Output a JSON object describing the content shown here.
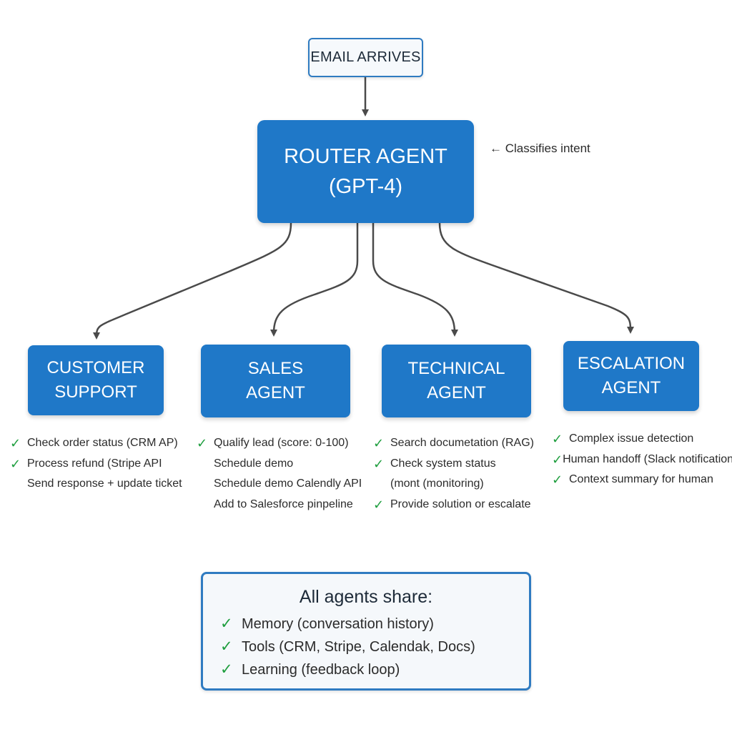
{
  "colors": {
    "box_fill": "#1f78c8",
    "border": "#2f7bc1",
    "connector": "#4a4a4a",
    "check": "#1e9e3e"
  },
  "icons": {
    "check": "check-icon",
    "note_arrow": "left-arrow-icon"
  },
  "check_glyph": "✓",
  "email": {
    "label": "EMAIL ARRIVES"
  },
  "router": {
    "line1": "ROUTER AGENT",
    "line2": "(GPT-4)"
  },
  "note": {
    "text": "← Classifies intent"
  },
  "agents": [
    {
      "line1": "CUSTOMER",
      "line2": "SUPPORT",
      "items": [
        {
          "text": "Check order status (CRM AP)",
          "check": true
        },
        {
          "text": "Process refund (Stripe API",
          "check": true
        },
        {
          "text": "Send response + update ticket",
          "check": false
        }
      ]
    },
    {
      "line1": "SALES",
      "line2": "AGENT",
      "items": [
        {
          "text": "Qualify lead (score: 0-100)",
          "check": true
        },
        {
          "text": "Schedule demo",
          "check": false
        },
        {
          "text": "Schedule demo Calendly API",
          "check": false
        },
        {
          "text": "Add to Salesforce pinpeline",
          "check": false
        }
      ]
    },
    {
      "line1": "TECHNICAL",
      "line2": "AGENT",
      "items": [
        {
          "text": "Search documetation (RAG)",
          "check": true
        },
        {
          "text": "Check system status",
          "check": true
        },
        {
          "text": "(mont (monitoring)",
          "check": false
        },
        {
          "text": "Provide solution or escalate",
          "check": true
        }
      ]
    },
    {
      "line1": "ESCALATION",
      "line2": "AGENT",
      "items": [
        {
          "text": "Complex issue detection",
          "check": true
        },
        {
          "text": "Human handoff (Slack notification)",
          "check": true
        },
        {
          "text": "Context summary for human",
          "check": true
        }
      ]
    }
  ],
  "shared": {
    "title": "All agents share:",
    "items": [
      "Memory (conversation history)",
      "Tools (CRM, Stripe, Calendak, Docs)",
      "Learning (feedback loop)"
    ]
  }
}
